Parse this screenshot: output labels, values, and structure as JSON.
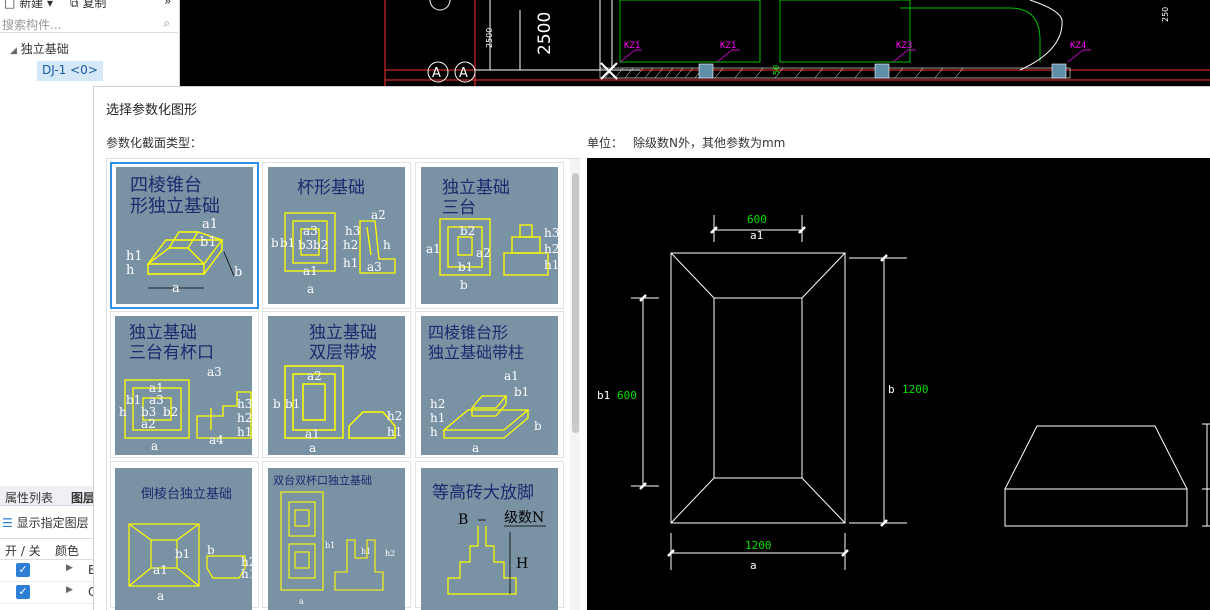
{
  "left_panel": {
    "toolbar": {
      "new_label": "新建",
      "copy_label": "复制"
    },
    "search_placeholder": "搜索构件...",
    "tree": {
      "root_label": "独立基础",
      "child_label": "DJ-1 <0>"
    },
    "bottom_tabs": [
      "属性列表",
      "图层"
    ],
    "show_layer_label": "显示指定图层",
    "columns": {
      "toggle": "开 / 关",
      "color": "颜色"
    },
    "rows": [
      {
        "checked": true,
        "cut_text": "B"
      },
      {
        "checked": true,
        "cut_text": "C"
      }
    ]
  },
  "cad_background": {
    "axis_label": "A",
    "dimension_text": "2500",
    "small_dims": [
      "2500",
      "50",
      "250"
    ],
    "column_tags": [
      "KZ1",
      "KZ1",
      "KZ3",
      "KZ4"
    ]
  },
  "dialog": {
    "title": "选择参数化图形",
    "section_label": "参数化截面类型：",
    "unit_label": "单位：",
    "unit_desc": "除级数N外，其他参数为mm"
  },
  "gallery": {
    "tiles": [
      {
        "title": [
          "四棱锥台",
          "形独立基础"
        ],
        "labels": [
          "a1",
          "b1",
          "h1",
          "h",
          "b",
          "a"
        ],
        "selected": true
      },
      {
        "title": [
          "杯形基础"
        ],
        "labels": [
          "a2",
          "b",
          "b1",
          "b3",
          "b2",
          "a3",
          "h3",
          "h2",
          "h1",
          "a1",
          "h",
          "a3",
          "a"
        ],
        "selected": false
      },
      {
        "title": [
          "独立基础",
          "三台"
        ],
        "labels": [
          "a1",
          "b2",
          "a2",
          "b1",
          "h3",
          "h2",
          "h1",
          "b"
        ],
        "selected": false
      },
      {
        "title": [
          "独立基础",
          "三台有杯口"
        ],
        "labels": [
          "a3",
          "a1",
          "b1",
          "a3",
          "b3",
          "b2",
          "h",
          "a2",
          "a",
          "a4",
          "h3",
          "h2",
          "h1"
        ],
        "selected": false
      },
      {
        "title": [
          "独立基础",
          "双层带坡"
        ],
        "labels": [
          "a2",
          "b",
          "b1",
          "a1",
          "h2",
          "h1",
          "a"
        ],
        "selected": false
      },
      {
        "title": [
          "四棱锥台形",
          "独立基础带柱"
        ],
        "labels": [
          "a1",
          "b1",
          "h2",
          "h1",
          "h",
          "b",
          "a"
        ],
        "selected": false
      },
      {
        "title": [
          "倒棱台独立基础"
        ],
        "labels": [
          "b1",
          "b",
          "a1",
          "h2",
          "h1",
          "a"
        ],
        "selected": false
      },
      {
        "title": [
          "双台双杯口独立基础"
        ],
        "labels": [
          "b1",
          "h1",
          "h2",
          "a"
        ],
        "selected": false
      },
      {
        "title": [
          "等高砖大放脚"
        ],
        "labels": [
          "B",
          "级数N",
          "H"
        ],
        "selected": false
      }
    ]
  },
  "preview": {
    "top_dim": {
      "value": "600",
      "name": "a1"
    },
    "left_dim": {
      "name": "b1",
      "value": "600"
    },
    "right_dim": {
      "name": "b",
      "value": "1200"
    },
    "bottom_dim": {
      "value": "1200",
      "name": "a"
    },
    "colors": {
      "line": "#ffffff",
      "value": "#00e000",
      "name": "#ffffff"
    }
  },
  "colors": {
    "tile_bg": "#7992a4",
    "tile_title": "#1c2a6e",
    "tile_line": "#ffff00",
    "accent": "#2f8fe6"
  }
}
